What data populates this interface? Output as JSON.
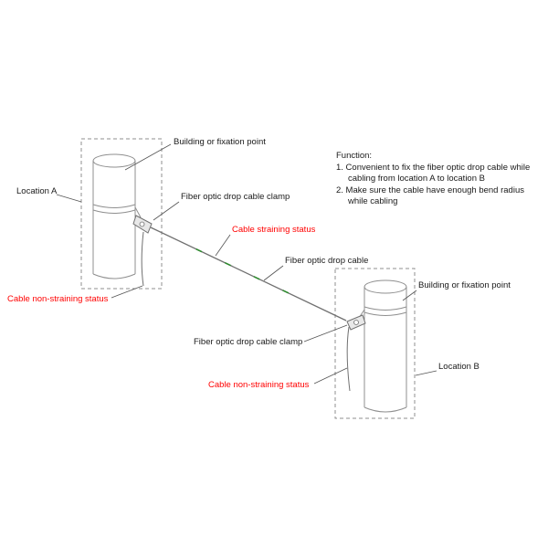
{
  "diagram": {
    "labels": {
      "building_a": "Building or fixation point",
      "location_a": "Location A",
      "clamp_a": "Fiber optic drop cable clamp",
      "cable_straining": "Cable straining status",
      "non_straining_a": "Cable non-straining status",
      "drop_cable": "Fiber optic drop cable",
      "building_b": "Building or fixation point",
      "clamp_b": "Fiber optic drop cable clamp",
      "location_b": "Location B",
      "non_straining_b": "Cable non-straining status"
    },
    "function_block": {
      "heading": "Function:",
      "lines": [
        "1. Convenient to fix the fiber optic drop cable while",
        "cabling from location A to location B",
        "2. Make sure the cable have enough bend radius",
        "while cabling"
      ]
    },
    "colors": {
      "outline": "#8f8f8f",
      "label_text": "#1a1a1a",
      "alert_text": "#ff0000",
      "cable": "#707070",
      "cable_accent": "#2e8b2e"
    }
  }
}
